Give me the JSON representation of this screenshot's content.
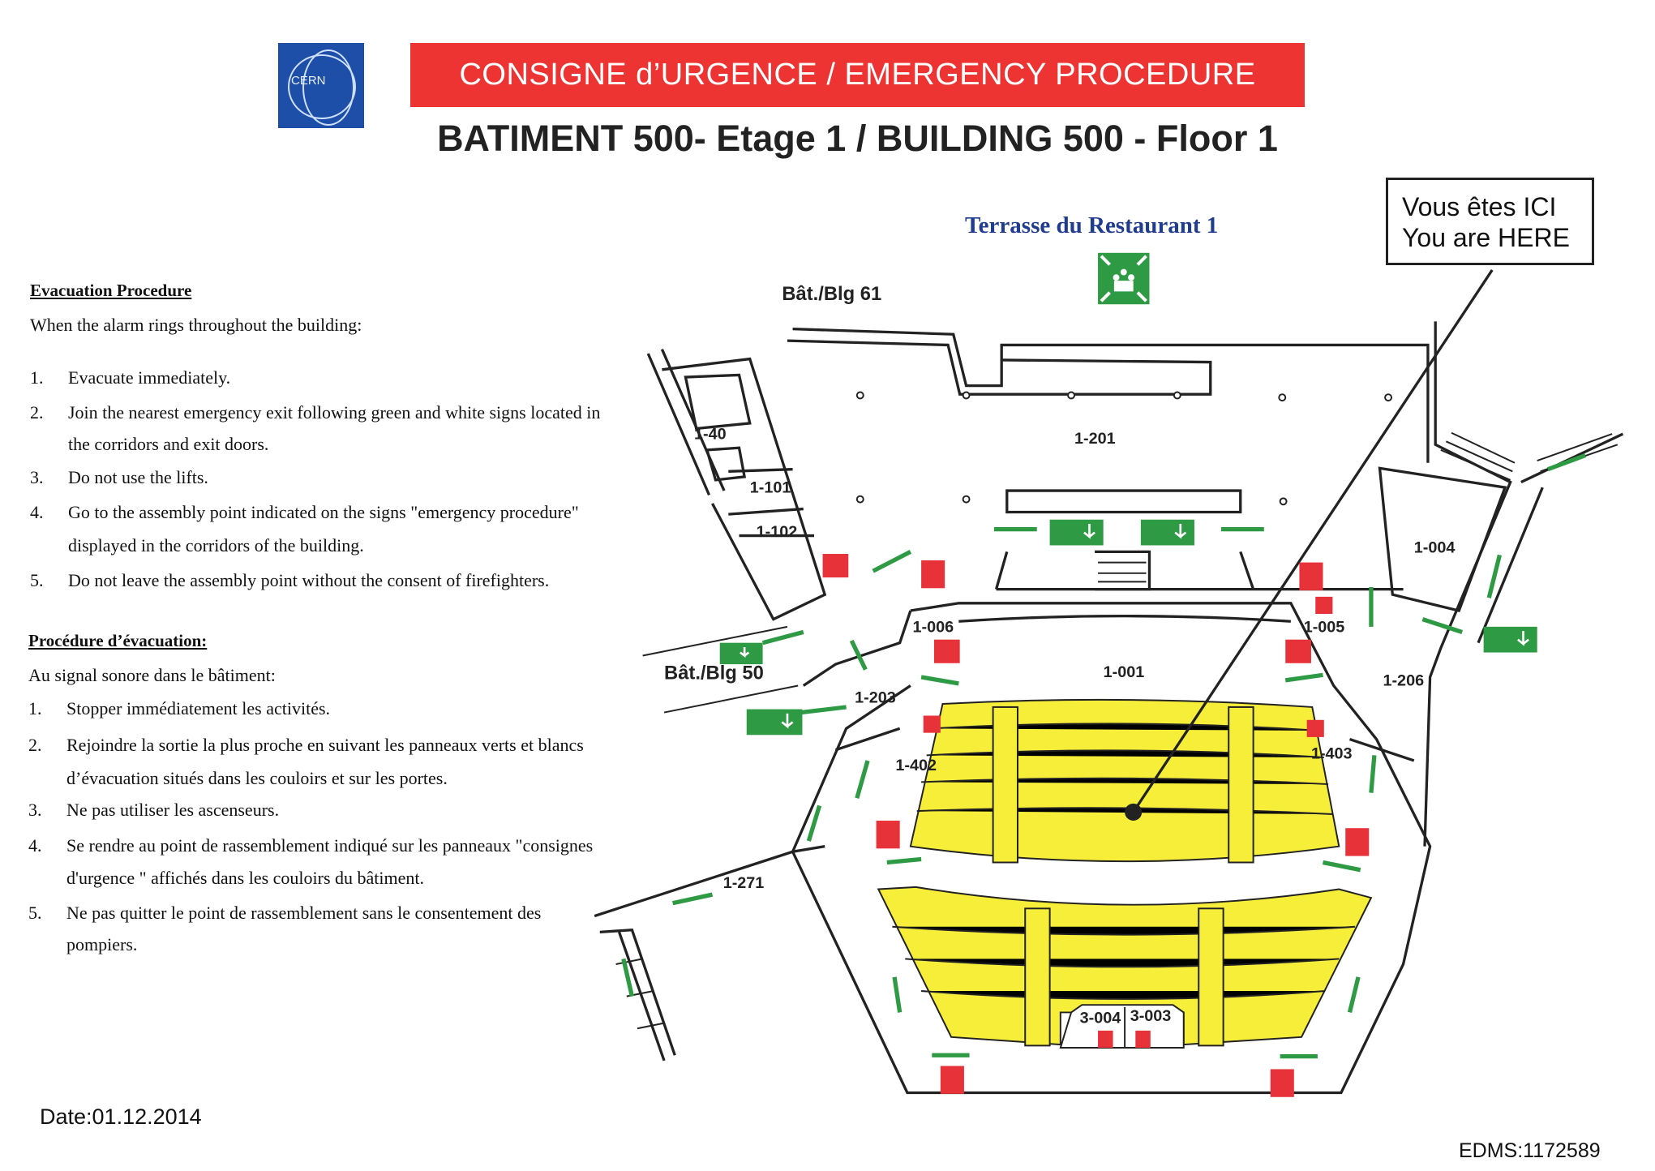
{
  "header": {
    "logo_text": "CERN",
    "banner": "CONSIGNE d’URGENCE  / EMERGENCY PROCEDURE",
    "subtitle": "BATIMENT 500- Etage 1 / BUILDING 500 - Floor 1"
  },
  "map": {
    "terrace_label": "Terrasse du Restaurant 1",
    "you_are_here": [
      "Vous êtes  ICI",
      "You are HERE"
    ],
    "building_labels": [
      "Bât./Blg 61",
      "Bât./Blg 50"
    ],
    "rooms": [
      "1-201",
      "1-40",
      "1-101",
      "1-102",
      "1-006",
      "1-005",
      "1-004",
      "1-001",
      "1-203",
      "1-206",
      "1-402",
      "1-403",
      "1-271",
      "3-004",
      "3-003"
    ],
    "colors": {
      "seating": "#f7ee3a",
      "exit_green": "#2e9a44",
      "fire_red": "#e8323a",
      "banner_red": "#ee3333"
    }
  },
  "english": {
    "heading": "Evacuation Procedure",
    "intro": "When the alarm rings throughout the building:",
    "steps": [
      {
        "n": "1.",
        "lines": [
          "Evacuate immediately."
        ]
      },
      {
        "n": "2.",
        "lines": [
          "Join the nearest emergency exit following green and white signs located in",
          "the corridors and exit doors."
        ]
      },
      {
        "n": "3.",
        "lines": [
          "Do not use the lifts."
        ]
      },
      {
        "n": "4.",
        "lines": [
          "Go to the assembly point indicated on the signs \"emergency procedure\"",
          "displayed in the corridors of the building."
        ]
      },
      {
        "n": "5.",
        "lines": [
          "Do not leave the assembly point without the consent of firefighters."
        ]
      }
    ]
  },
  "french": {
    "heading": "Procédure d’évacuation:",
    "intro": "Au signal sonore dans le bâtiment:",
    "steps": [
      {
        "n": "1.",
        "lines": [
          "Stopper immédiatement les activités."
        ]
      },
      {
        "n": "2.",
        "lines": [
          "Rejoindre la sortie la plus proche en suivant les panneaux verts et blancs",
          "d’évacuation situés dans les couloirs et sur les portes."
        ]
      },
      {
        "n": "3.",
        "lines": [
          "Ne pas utiliser les ascenseurs."
        ]
      },
      {
        "n": "4.",
        "lines": [
          "Se rendre au point de rassemblement indiqué sur les panneaux \"consignes",
          "d'urgence \" affichés dans les couloirs du bâtiment."
        ]
      },
      {
        "n": "5.",
        "lines": [
          "Ne pas quitter le point de rassemblement sans le consentement des",
          "pompiers."
        ]
      }
    ]
  },
  "footer": {
    "date": "Date:01.12.2014",
    "edms": "EDMS:1172589"
  }
}
